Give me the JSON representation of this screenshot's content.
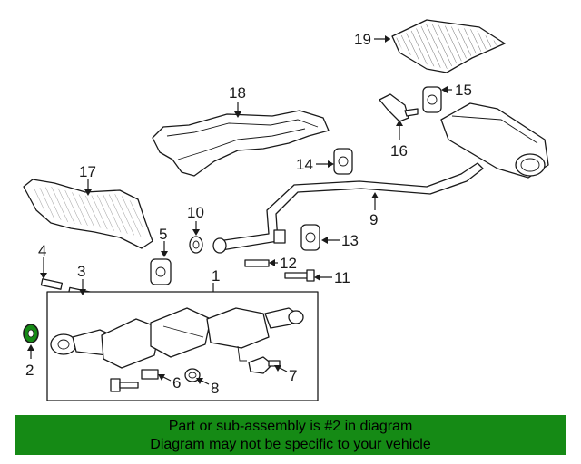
{
  "callouts": [
    "1",
    "2",
    "3",
    "4",
    "5",
    "6",
    "7",
    "8",
    "9",
    "10",
    "11",
    "12",
    "13",
    "14",
    "15",
    "16",
    "17",
    "18",
    "19"
  ],
  "banner": {
    "line1": "Part or sub-assembly is #2 in diagram",
    "line2": "Diagram may not be specific to your vehicle"
  },
  "colors": {
    "banner_bg": "#158a15",
    "highlight_part": "#158a15",
    "ink": "#1a1a1a"
  }
}
